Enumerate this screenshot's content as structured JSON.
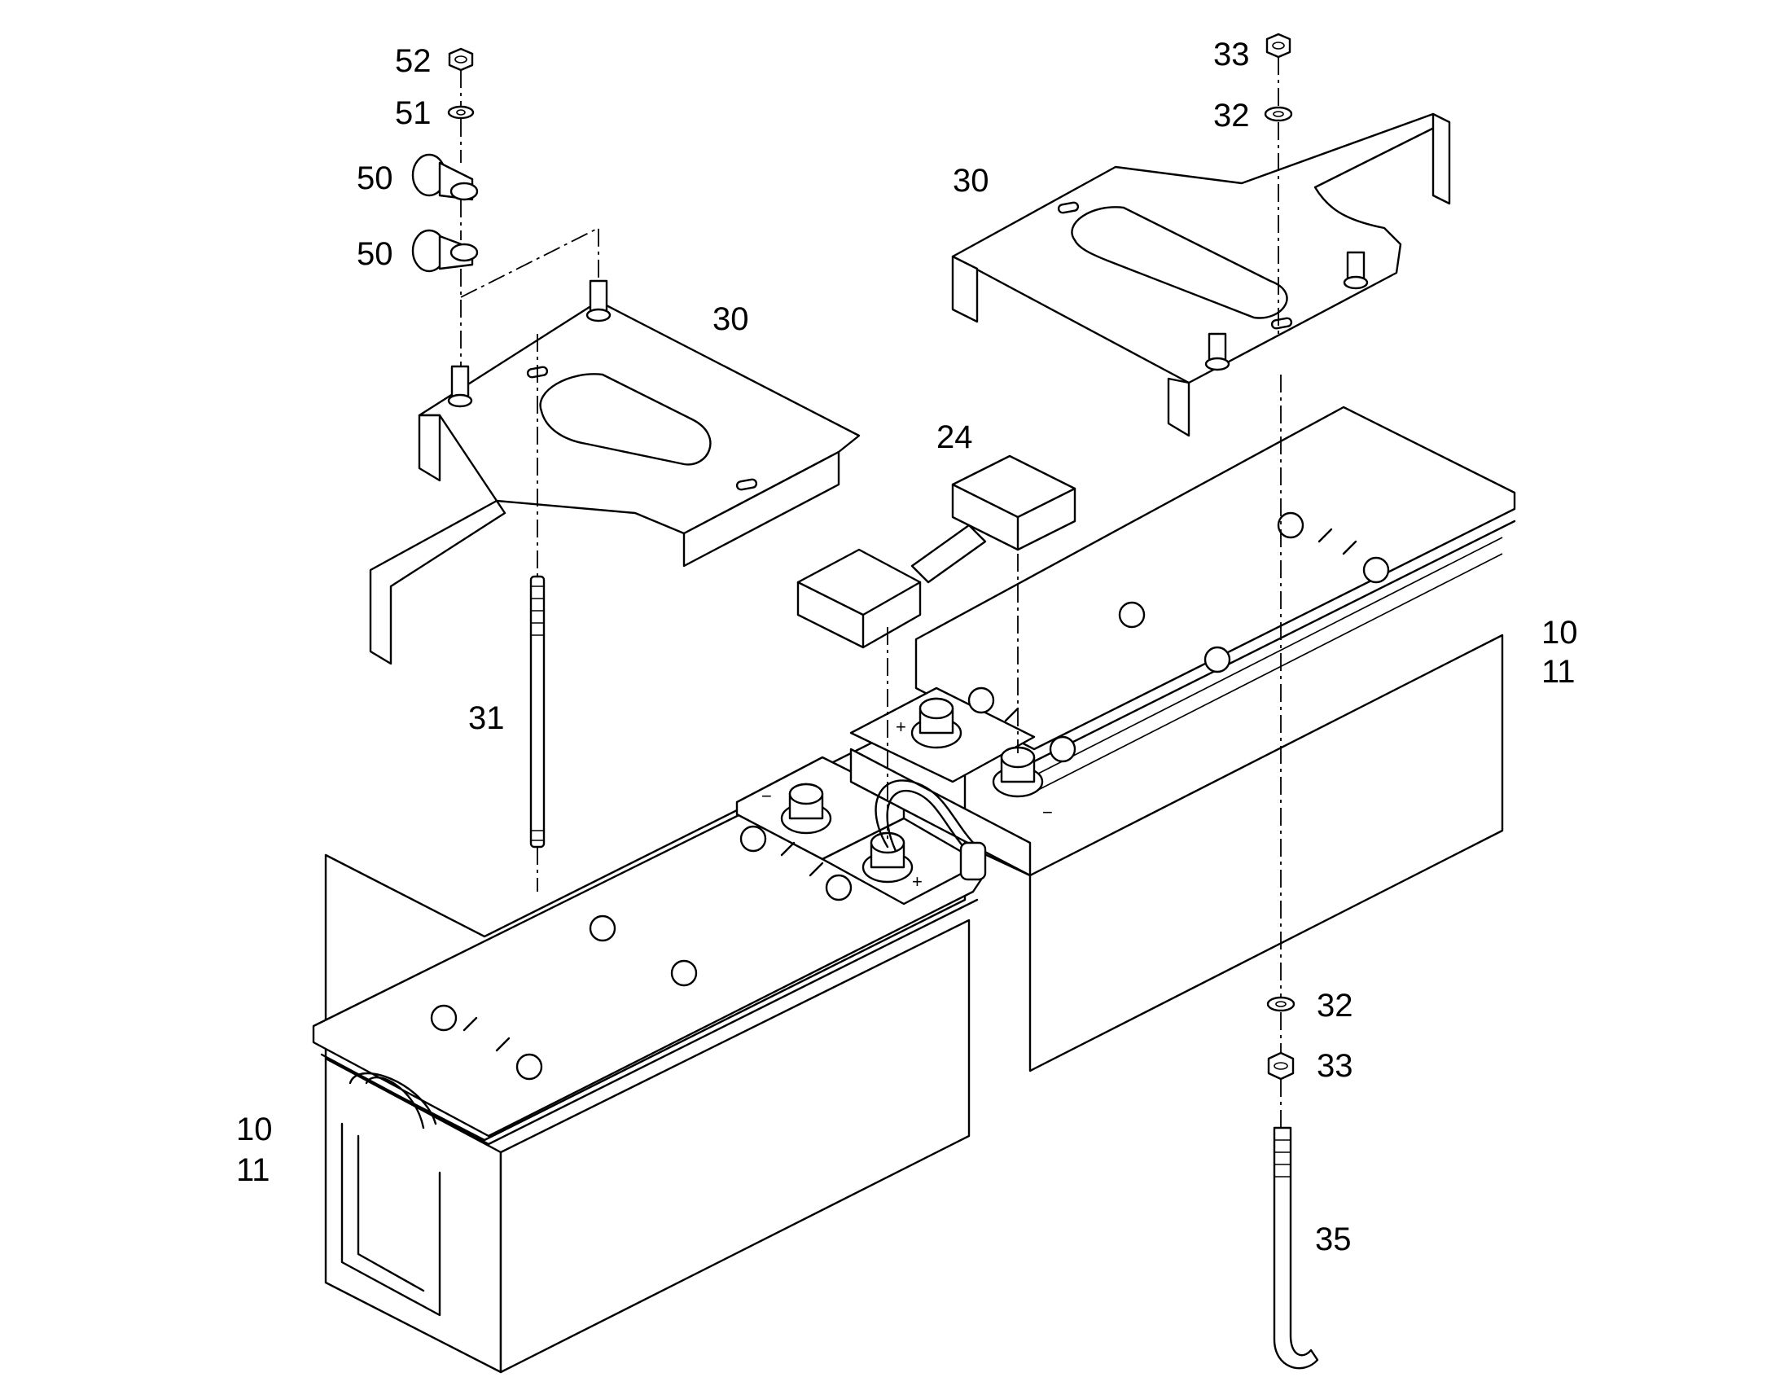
{
  "callouts": {
    "c52": "52",
    "c51": "51",
    "c50a": "50",
    "c50b": "50",
    "c30_left": "30",
    "c30_right": "30",
    "c33_top": "33",
    "c32_top": "32",
    "c24": "24",
    "c31": "31",
    "c10_right": "10",
    "c11_right": "11",
    "c10_left": "10",
    "c11_left": "11",
    "c32_bottom": "32",
    "c33_bottom": "33",
    "c35": "35"
  },
  "terminal_marks": {
    "plus": "+",
    "minus": "−"
  },
  "colors": {
    "ink": "#000000",
    "paper": "#ffffff"
  }
}
